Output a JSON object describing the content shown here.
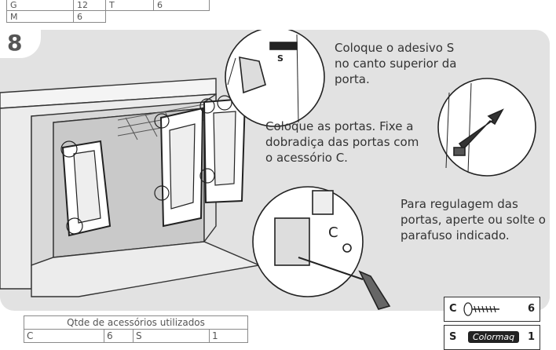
{
  "top_table": {
    "rows": [
      [
        "G",
        "12",
        "T",
        "6"
      ],
      [
        "M",
        "6",
        "",
        ""
      ]
    ]
  },
  "step_number": "8",
  "instructions": {
    "sticker": "Coloque o adesivo S no canto superior da porta.",
    "doors": "Coloque as portas. Fixe a dobradiça das portas com o acessório C.",
    "adjust": "Para regulagem das portas, aperte ou solte o parafuso indicado."
  },
  "callout_labels": {
    "sticker_letter": "S",
    "screw_letter": "C",
    "brand": "Colormaq"
  },
  "accessories_table": {
    "title": "Qtde de acessórios utilizados",
    "row": [
      "C",
      "6",
      "S",
      "1"
    ]
  },
  "legend": [
    {
      "letter": "C",
      "count": "6",
      "icon": "screw-icon"
    },
    {
      "letter": "S",
      "count": "1",
      "brand": "Colormaq",
      "icon": "sticker-icon"
    }
  ],
  "colors": {
    "panel": "#e2e2e2",
    "text": "#333333",
    "arrow": "#333333"
  }
}
